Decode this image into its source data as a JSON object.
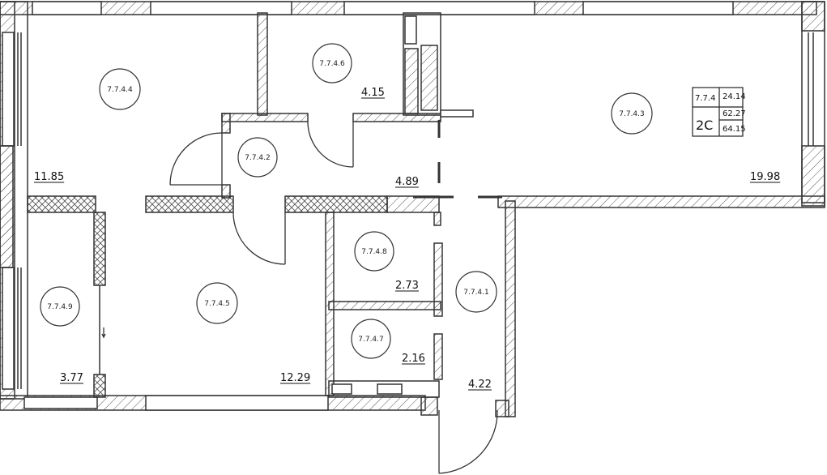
{
  "rooms": [
    {
      "id": "7.7.4.4",
      "area": "11.85"
    },
    {
      "id": "7.7.4.6",
      "area": "4.15"
    },
    {
      "id": "7.7.4.2",
      "area": "4.89"
    },
    {
      "id": "7.7.4.3",
      "area": "19.98"
    },
    {
      "id": "7.7.4.9",
      "area": "3.77"
    },
    {
      "id": "7.7.4.5",
      "area": "12.29"
    },
    {
      "id": "7.7.4.8",
      "area": "2.73"
    },
    {
      "id": "7.7.4.7",
      "area": "2.16"
    },
    {
      "id": "7.7.4.1",
      "area": "4.22"
    }
  ],
  "apartment_tag": {
    "number": "7.7.4",
    "type": "2С",
    "living_area": "24.14",
    "total_area": "62.27",
    "total_area_with_balcony": "64.15"
  },
  "colors": {
    "wall": "#3a3a3a",
    "hatch": "#555555",
    "background": "#ffffff"
  }
}
